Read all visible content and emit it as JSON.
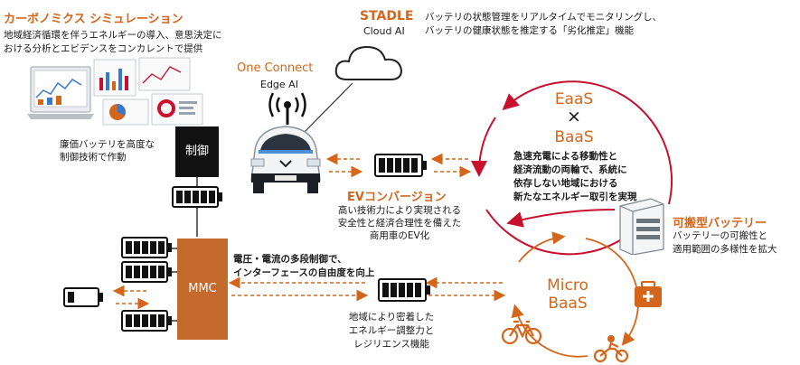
{
  "carbonomics": {
    "title": "カーボノミクス シミュレーション",
    "desc_line1": "地域経済循環を伴うエネルギーの導入、意思決定に",
    "desc_line2": "おける分析とエビデンスをコンカレントで提供"
  },
  "stadle": {
    "title": "STADLE",
    "subtitle": "Cloud AI",
    "desc_line1": "バッテリの状態管理をリアルタイムでモニタリングし、",
    "desc_line2": "バッテリの健康状態を推定する「劣化推定」機能"
  },
  "one_connect": {
    "title": "One Connect",
    "subtitle": "Edge AI"
  },
  "control": {
    "box_label": "制御",
    "desc_line1": "廉価バッテリを高度な",
    "desc_line2": "制御技術で作動"
  },
  "ev_conversion": {
    "title": "EVコンバージョン",
    "desc_line1": "高い技術力により実現される",
    "desc_line2": "安全性と経済合理性を備えた",
    "desc_line3": "商用車のEV化"
  },
  "eaas": {
    "line1": "EaaS",
    "cross": "×",
    "line2": "BaaS",
    "desc_line1": "急速充電による移動性と",
    "desc_line2": "経済流動の両輪で、系統に",
    "desc_line3": "依存しない地域における",
    "desc_line4": "新たなエネルギー取引を実現"
  },
  "portable": {
    "title": "可搬型バッテリー",
    "desc_line1": "バッテリーの可搬性と",
    "desc_line2": "適用範囲の多様性を拡大"
  },
  "mmc": {
    "box_label": "MMC",
    "desc_line1": "電圧・電流の多段制御で、",
    "desc_line2": "インターフェースの自由度を向上"
  },
  "micro_baas": {
    "line1": "Micro",
    "line2": "BaaS",
    "desc_line1": "地域により密着した",
    "desc_line2": "エネルギー調整力と",
    "desc_line3": "レジリエンス機能"
  },
  "icons": [
    "laptop-dashboard-icon",
    "cloud-icon",
    "wifi-antenna-icon",
    "ev-van-icon",
    "battery-icon",
    "battery-low-icon",
    "bicycle-icon",
    "scooter-icon",
    "first-aid-battery-icon",
    "portable-battery-icon"
  ],
  "colors": {
    "accent": "#d4661c",
    "dark": "#1a1a1a",
    "red": "#c8102e",
    "mmc": "#c56a2d"
  }
}
